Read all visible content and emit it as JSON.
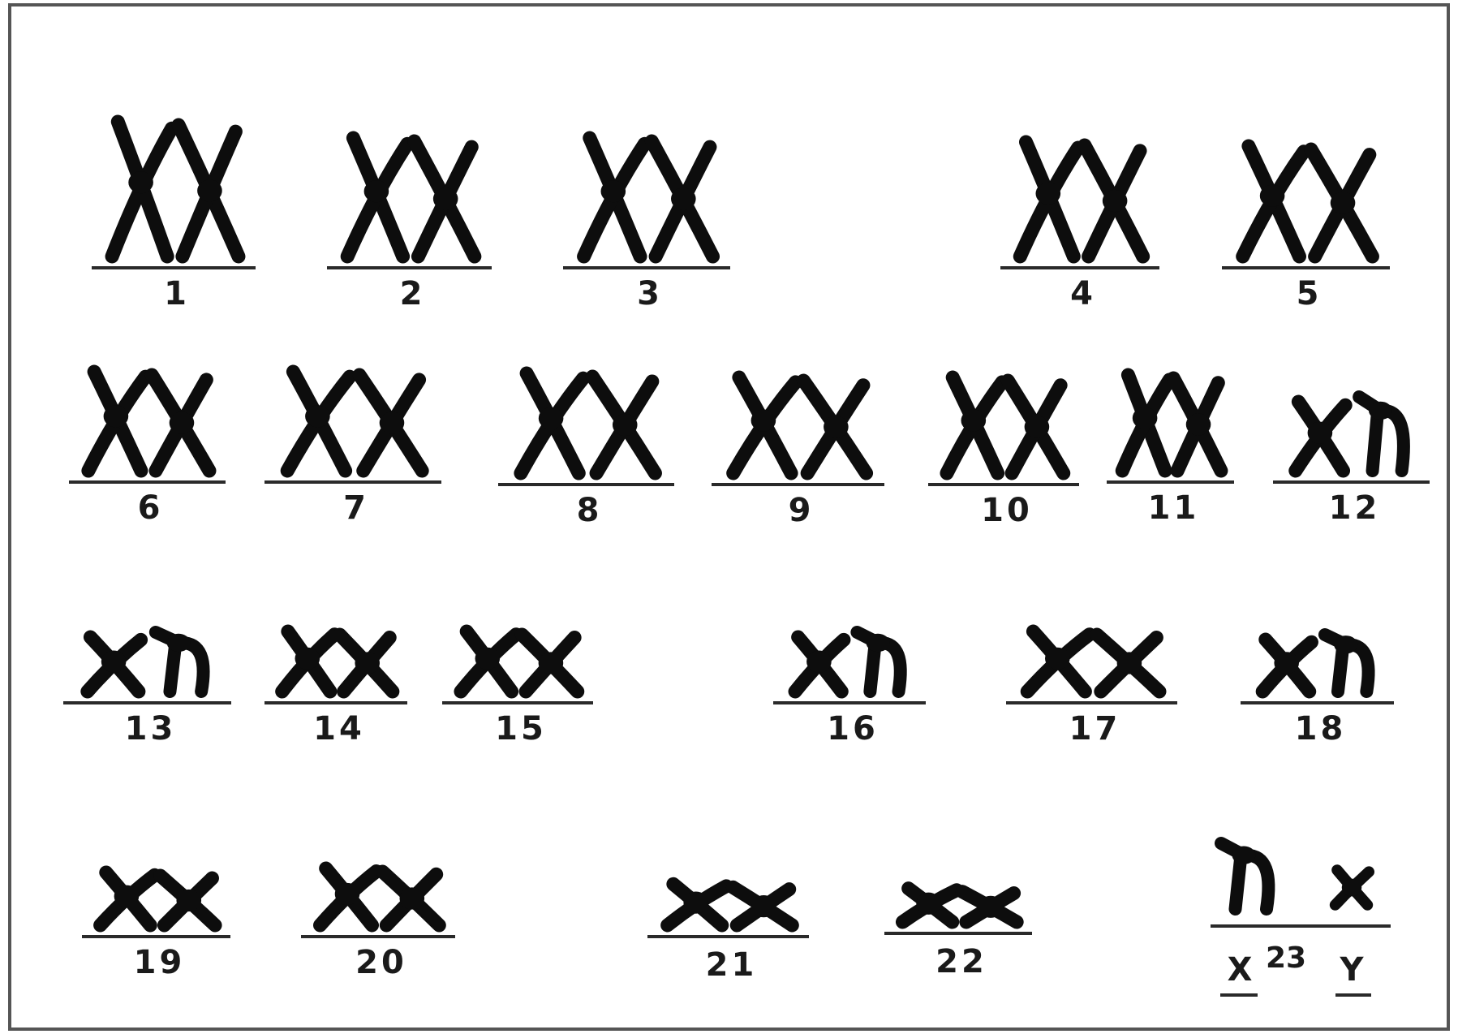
{
  "pairs": [
    {
      "label": "1"
    },
    {
      "label": "2"
    },
    {
      "label": "3"
    },
    {
      "label": "4"
    },
    {
      "label": "5"
    },
    {
      "label": "6"
    },
    {
      "label": "7"
    },
    {
      "label": "8"
    },
    {
      "label": "9"
    },
    {
      "label": "10"
    },
    {
      "label": "11"
    },
    {
      "label": "12"
    },
    {
      "label": "13"
    },
    {
      "label": "14"
    },
    {
      "label": "15"
    },
    {
      "label": "16"
    },
    {
      "label": "17"
    },
    {
      "label": "18"
    },
    {
      "label": "19"
    },
    {
      "label": "20"
    },
    {
      "label": "21"
    },
    {
      "label": "22"
    }
  ],
  "sex_pair": {
    "label": "23",
    "x_label": "X",
    "y_label": "Y"
  },
  "colors": {
    "chromosome": "#0d0d0d",
    "frame": "#555555",
    "background": "#ffffff"
  }
}
